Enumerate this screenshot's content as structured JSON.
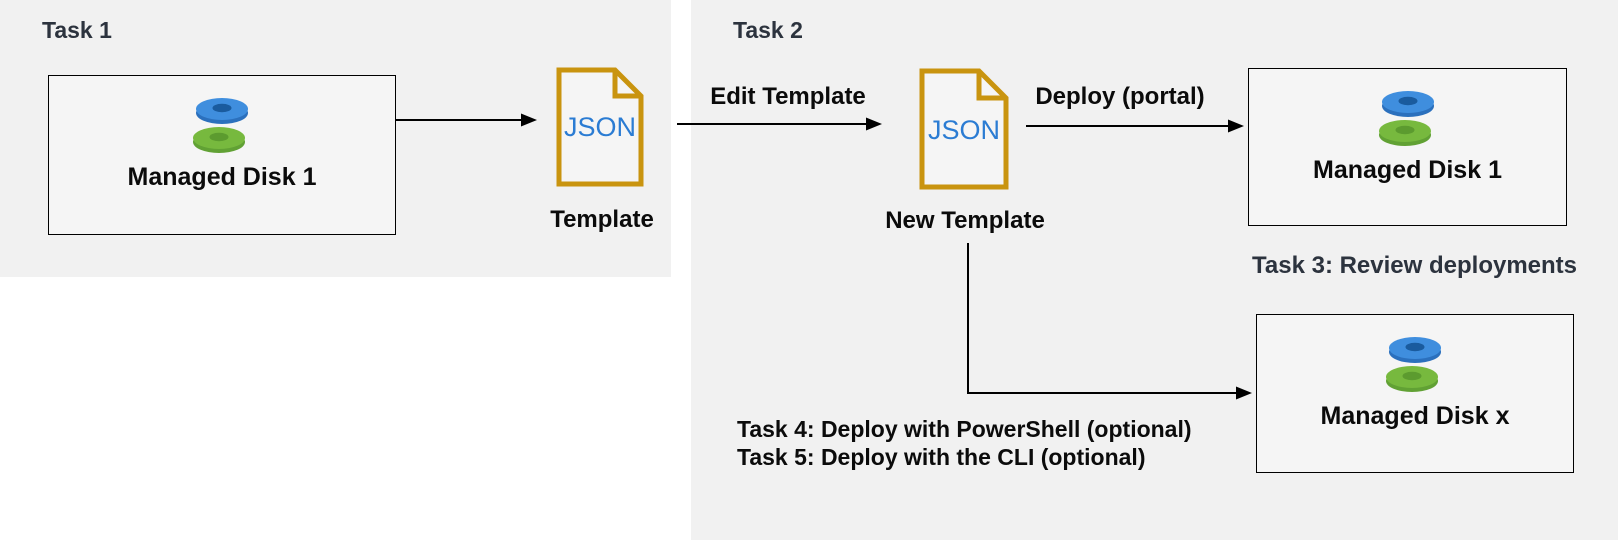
{
  "colors": {
    "panel_bg": "#f1f1f1",
    "box_bg": "#f5f5f5",
    "box_border": "#000000",
    "arrow": "#000000",
    "heading_text": "#2c333e",
    "label_text": "#0b0b0b",
    "json_doc_border": "#c9940f",
    "json_doc_text": "#2b7cd3",
    "disk_blue": "#3f8ede",
    "disk_blue_rim": "#2b70bd",
    "disk_blue_dark": "#1a5b9e",
    "disk_green": "#77b93e",
    "disk_green_rim": "#61a134",
    "disk_green_dark": "#5c9b2f"
  },
  "panels": {
    "task1": {
      "title": "Task 1"
    },
    "task2": {
      "title": "Task 2"
    }
  },
  "nodes": {
    "managed_disk_source": {
      "label": "Managed Disk 1"
    },
    "template": {
      "doc_text": "JSON",
      "label": "Template"
    },
    "new_template": {
      "doc_text": "JSON",
      "label": "New Template"
    },
    "managed_disk_portal": {
      "label": "Managed Disk 1"
    },
    "managed_disk_x": {
      "label": "Managed Disk x"
    }
  },
  "arrows": {
    "edit_template": {
      "label": "Edit Template"
    },
    "deploy_portal": {
      "label": "Deploy (portal)"
    }
  },
  "notes": {
    "task3": "Task 3: Review deployments",
    "task4": "Task 4: Deploy with PowerShell (optional)",
    "task5": "Task 5: Deploy with the CLI (optional)"
  }
}
